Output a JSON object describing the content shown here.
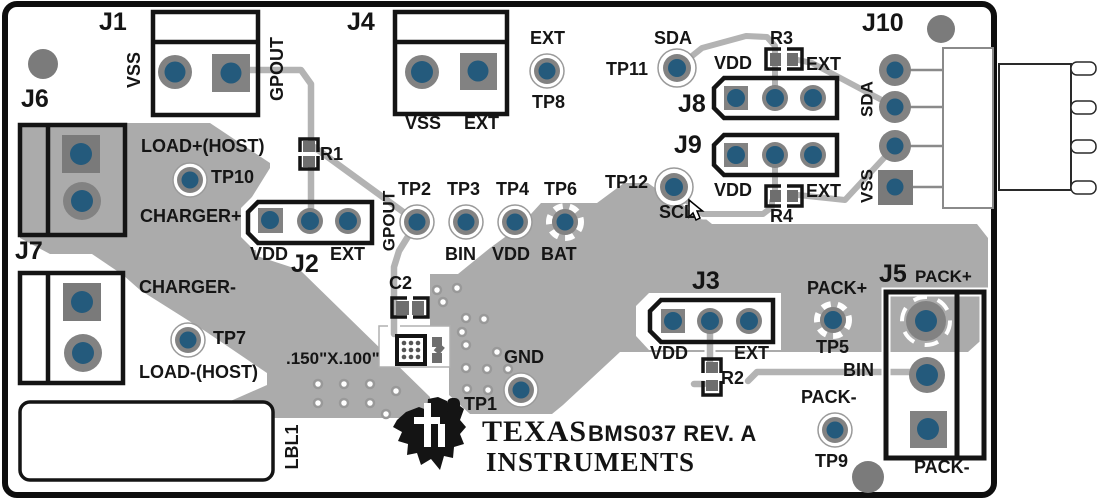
{
  "board": {
    "rev_text": "BMS037 REV. A",
    "brand_top": "TEXAS",
    "brand_bottom": "INSTRUMENTS",
    "logo_monogram": "ti"
  },
  "notes": {
    "footprint_note": ".150\"X.100\"",
    "label_area": "LBL1"
  },
  "connectors": {
    "j1": {
      "ref": "J1",
      "left": "VSS",
      "right": "GPOUT"
    },
    "j2": {
      "ref": "J2",
      "pin1": "VDD",
      "pin3": "EXT"
    },
    "j3": {
      "ref": "J3",
      "pin1": "VDD",
      "pin3": "EXT"
    },
    "j4": {
      "ref": "J4",
      "pin1": "VSS",
      "pin2": "EXT"
    },
    "j5": {
      "ref": "J5",
      "top": "PACK+",
      "mid": "BIN",
      "bottom": "PACK-"
    },
    "j6": {
      "ref": "J6"
    },
    "j7": {
      "ref": "J7"
    },
    "j8": {
      "ref": "J8",
      "above_left": "VDD",
      "above_right": "EXT"
    },
    "j9": {
      "ref": "J9",
      "below_left": "VDD",
      "below_right": "EXT"
    },
    "j10": {
      "ref": "J10",
      "sda": "SDA",
      "vss": "VSS"
    }
  },
  "resistors": {
    "r1": "R1",
    "r2": "R2",
    "r3": "R3",
    "r4": "R4"
  },
  "capacitors": {
    "c2": "C2"
  },
  "testpoints": {
    "tp1": {
      "ref": "TP1",
      "net": "GND"
    },
    "tp2": {
      "ref": "TP2",
      "net": "GPOUT"
    },
    "tp3": {
      "ref": "TP3",
      "net": "BIN"
    },
    "tp4": {
      "ref": "TP4",
      "net": "VDD"
    },
    "tp5": {
      "ref": "TP5",
      "net": "PACK+"
    },
    "tp6": {
      "ref": "TP6",
      "net": "BAT"
    },
    "tp7": {
      "ref": "TP7",
      "net_above": "CHARGER-",
      "net_below": "LOAD-(HOST)"
    },
    "tp8": {
      "ref": "TP8",
      "net": "EXT"
    },
    "tp9": {
      "ref": "TP9",
      "net": "PACK-"
    },
    "tp10": {
      "ref": "TP10",
      "net_above": "LOAD+(HOST)",
      "net_below": "CHARGER+"
    },
    "tp11": {
      "ref": "TP11",
      "net": "SDA"
    },
    "tp12": {
      "ref": "TP12",
      "net": "SCL"
    }
  },
  "colors": {
    "pour": "#ababab",
    "trace": "#b3b3b3",
    "pad": "#828282",
    "pad_dark": "#6e6e6e",
    "drill_blue": "#245a7c",
    "silkscreen": "#141414",
    "mount_hole": "#7b7b7b"
  }
}
